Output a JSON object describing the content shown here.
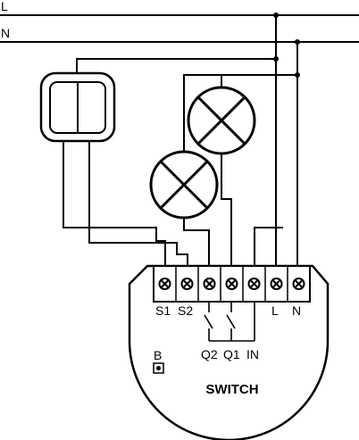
{
  "bus": {
    "line_label": "L",
    "neutral_label": "N"
  },
  "terminals": [
    "S1",
    "S2",
    "Q2",
    "Q1",
    "IN",
    "L",
    "N"
  ],
  "bottom_labels": {
    "q2": "Q2",
    "q1": "Q1",
    "in": "IN"
  },
  "button_label": "B",
  "module_title": "SWITCH"
}
